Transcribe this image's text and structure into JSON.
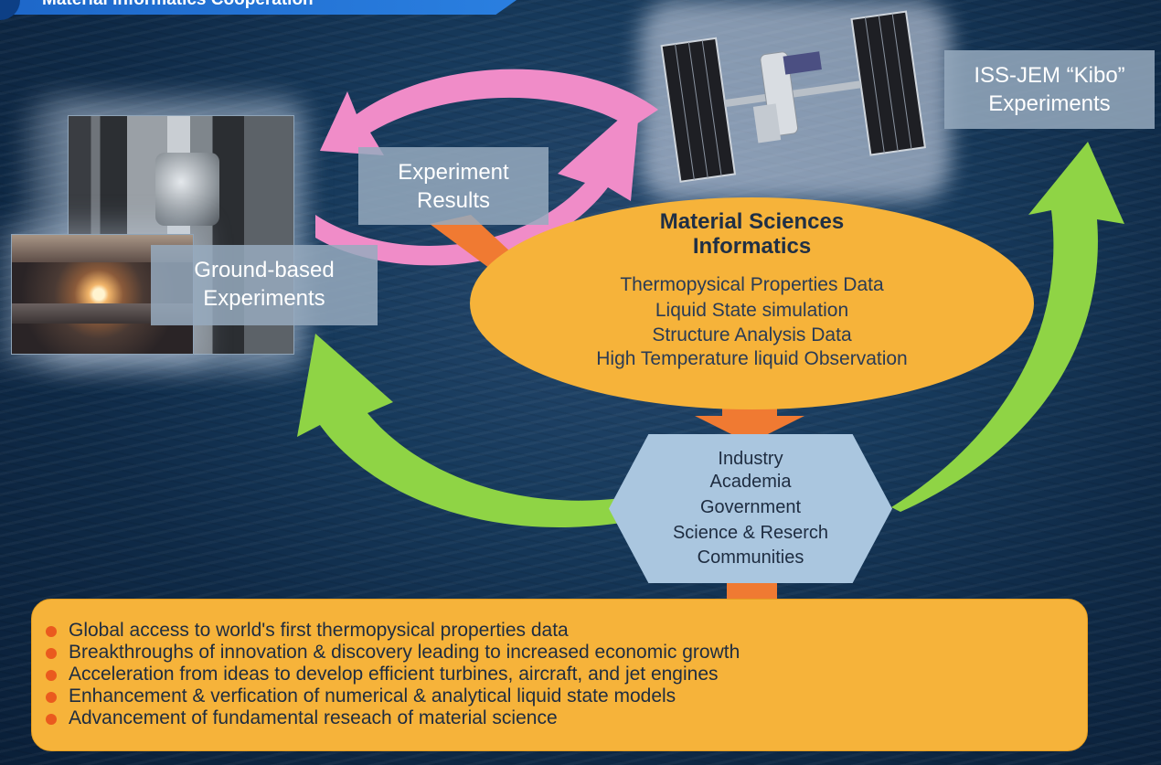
{
  "header": {
    "title": "Material Informatics Cooperation"
  },
  "labels": {
    "experiment_results": [
      "Experiment",
      "Results"
    ],
    "ground_based": [
      "Ground-based",
      "Experiments"
    ],
    "kibo": [
      "ISS-JEM “Kibo”",
      "Experiments"
    ]
  },
  "informatics": {
    "title": [
      "Material Sciences",
      "Informatics"
    ],
    "items": [
      "Thermopysical Properties Data",
      "Liquid State simulation",
      "Structure Analysis Data",
      "High Temperature liquid Observation"
    ]
  },
  "communities": {
    "items": [
      "Industry",
      "Academia",
      "Government",
      "Science & Reserch",
      "Communities"
    ]
  },
  "benefits": {
    "items": [
      "Global access to world's first thermopysical properties data",
      "Breakthroughs of innovation & discovery leading to increased economic growth",
      "Acceleration from ideas to develop efficient turbines, aircraft, and jet engines",
      "Enhancement & verfication of numerical & analytical liquid state models",
      "Advancement of fundamental reseach of material science"
    ]
  },
  "colors": {
    "orange_fill": "#f6b33a",
    "arrow_orange": "#f07a32",
    "arrow_pink": "#f08cc8",
    "arrow_green": "#8fd445",
    "hex_fill": "#aac6df",
    "bullet": "#ea5a1e",
    "title_bar": "#2a7fe0"
  }
}
